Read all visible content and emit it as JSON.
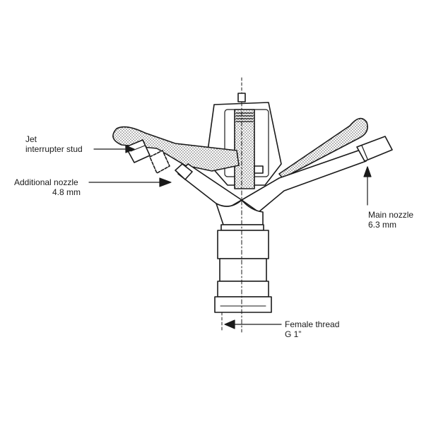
{
  "labels": {
    "jet_interrupter_line1": "Jet",
    "jet_interrupter_line2": "interrupter stud",
    "additional_nozzle_line1": "Additional nozzle",
    "additional_nozzle_line2": "4.8 mm",
    "main_nozzle_line1": "Main nozzle",
    "main_nozzle_line2": "6.3 mm",
    "female_thread_line1": "Female thread",
    "female_thread_line2": "G 1”"
  },
  "colors": {
    "stroke": "#1a1a1a",
    "stipple": "#555555",
    "background": "#ffffff"
  }
}
